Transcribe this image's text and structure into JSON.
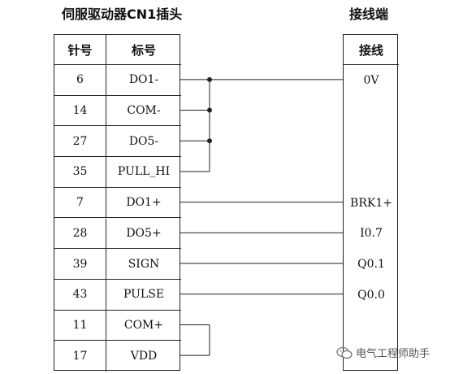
{
  "left_title": "伺服驱动器CN1插头",
  "right_title": "接线端",
  "left_table": {
    "headers": [
      "针号",
      "标号"
    ],
    "rows": [
      {
        "pin": "6",
        "label": "DO1-"
      },
      {
        "pin": "14",
        "label": "COM-"
      },
      {
        "pin": "27",
        "label": "DO5-"
      },
      {
        "pin": "35",
        "label": "PULL_HI"
      },
      {
        "pin": "7",
        "label": "DO1+"
      },
      {
        "pin": "28",
        "label": "DO5+"
      },
      {
        "pin": "39",
        "label": "SIGN"
      },
      {
        "pin": "43",
        "label": "PULSE"
      },
      {
        "pin": "11",
        "label": "COM+"
      },
      {
        "pin": "17",
        "label": "VDD"
      }
    ]
  },
  "right_table": {
    "header": "接线",
    "rows": [
      "0V",
      "",
      "",
      "",
      "BRK1+",
      "I0.7",
      "Q0.1",
      "Q0.0",
      "",
      ""
    ]
  },
  "connections": [
    {
      "from": "DO1-",
      "to": "0V"
    },
    {
      "from": "DO1+",
      "to": "BRK1+"
    },
    {
      "from": "DO5+",
      "to": "I0.7"
    },
    {
      "from": "SIGN",
      "to": "Q0.1"
    },
    {
      "from": "PULSE",
      "to": "Q0.0"
    }
  ],
  "bus_group": [
    "DO1-",
    "COM-",
    "DO5-",
    "PULL_HI"
  ],
  "jumper": [
    "COM+",
    "VDD"
  ],
  "watermark": "电气工程师助手",
  "colors": {
    "line": "#222222",
    "text": "#111111",
    "watermark": "#555555"
  }
}
